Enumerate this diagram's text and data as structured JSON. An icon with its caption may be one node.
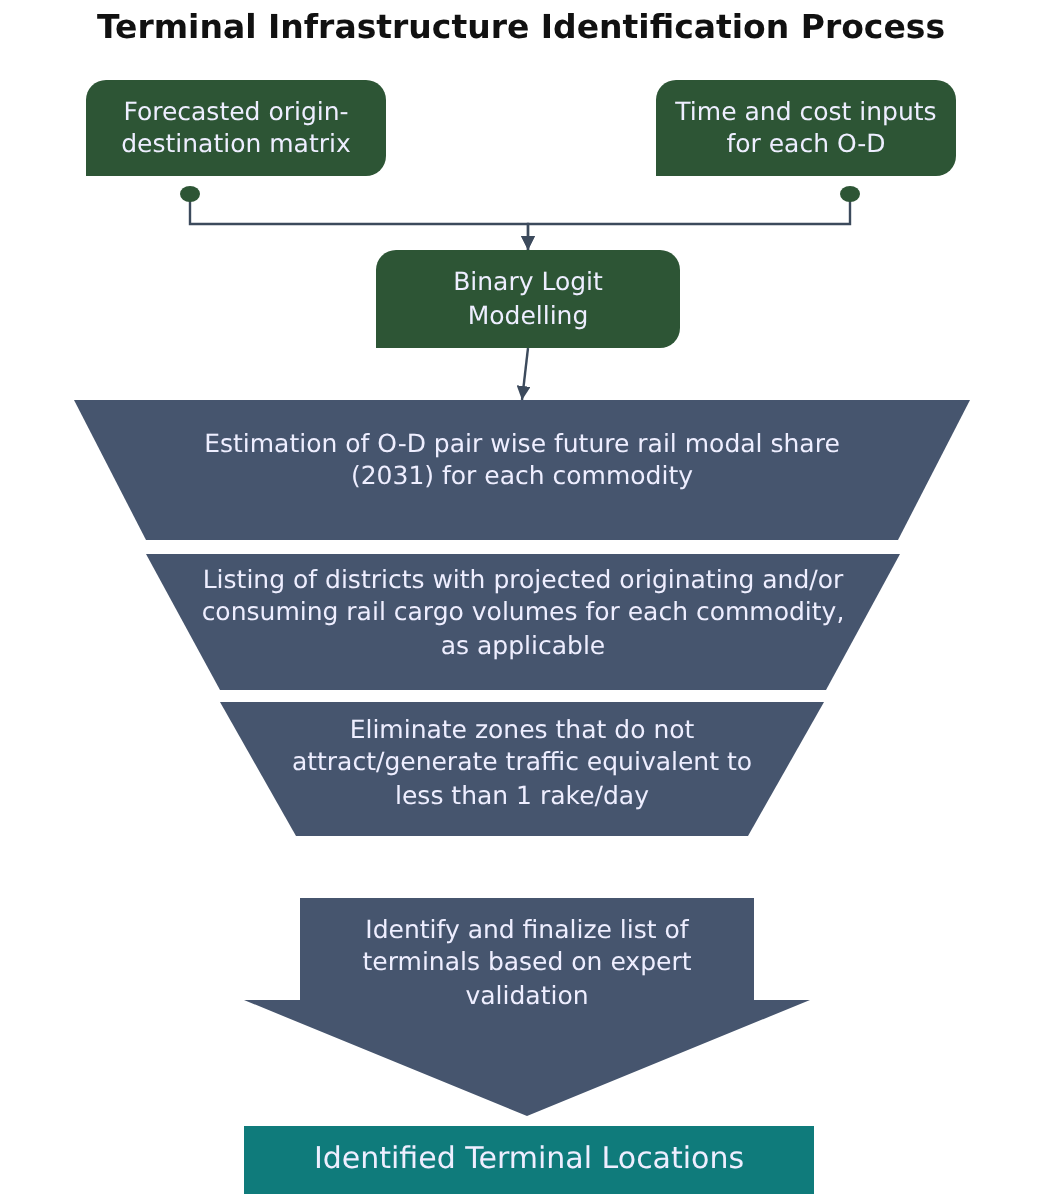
{
  "diagram": {
    "title": "Terminal Infrastructure Identification Process",
    "nodes": [
      {
        "text": [
          "Forecasted origin-destination matrix"
        ]
      },
      {
        "text": [
          "Time and cost inputs for each O-D"
        ]
      },
      {
        "text": [
          "Binary Logit Modelling"
        ]
      },
      {
        "text": [
          "Estimation of O-D pair wise future rail modal share (2031) for each commodity"
        ]
      },
      {
        "text": [
          "Listing of districts with projected originating and/or consuming rail cargo volumes for each commodity, as applicable"
        ]
      },
      {
        "text": [
          "Eliminate zones that do not attract/generate traffic equivalent to less than 1 rake/day"
        ]
      },
      {
        "text": [
          "Identify and finalize list of terminals based on expert validation"
        ]
      },
      {
        "text": [
          "Identified Terminal Locations"
        ]
      }
    ],
    "edges": [
      {
        "from": 0,
        "to": 2,
        "arrow": "to"
      },
      {
        "from": 1,
        "to": 2,
        "arrow": "to"
      },
      {
        "from": 2,
        "to": 3,
        "arrow": "to"
      }
    ]
  }
}
